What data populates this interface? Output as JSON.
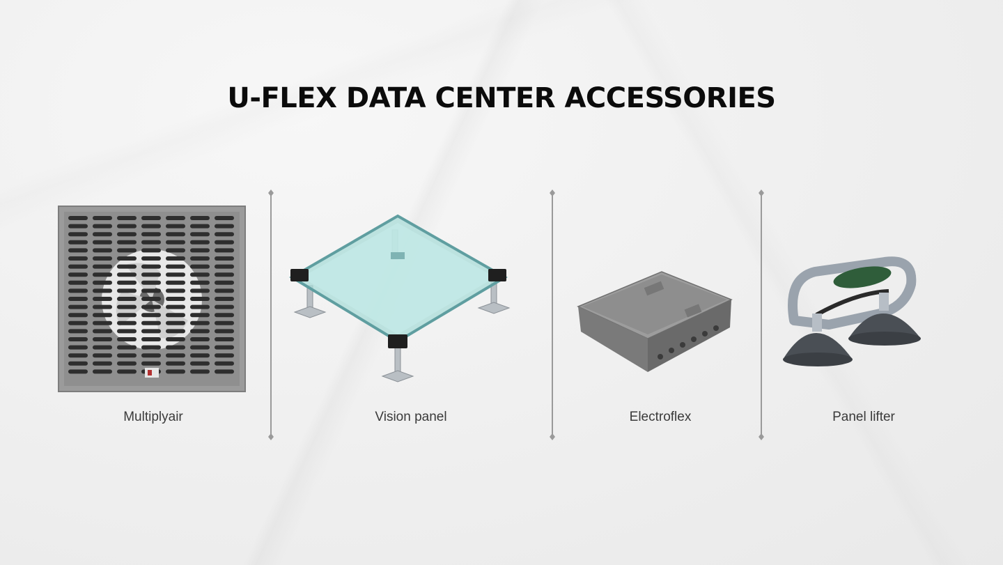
{
  "title": "U-FLEX DATA CENTER ACCESSORIES",
  "products": [
    {
      "name": "Multiplyair",
      "icon": "multiplyair-grille-fan-icon"
    },
    {
      "name": "Vision panel",
      "icon": "vision-panel-glass-floor-icon"
    },
    {
      "name": "Electroflex",
      "icon": "electroflex-floor-box-icon"
    },
    {
      "name": "Panel lifter",
      "icon": "panel-lifter-suction-icon"
    }
  ],
  "colors": {
    "background": "#efefef",
    "title": "#0b0b0b",
    "caption": "#3a3a3a",
    "divider": "#9a9a9a",
    "lifter_grip": "#2f5d3a"
  }
}
